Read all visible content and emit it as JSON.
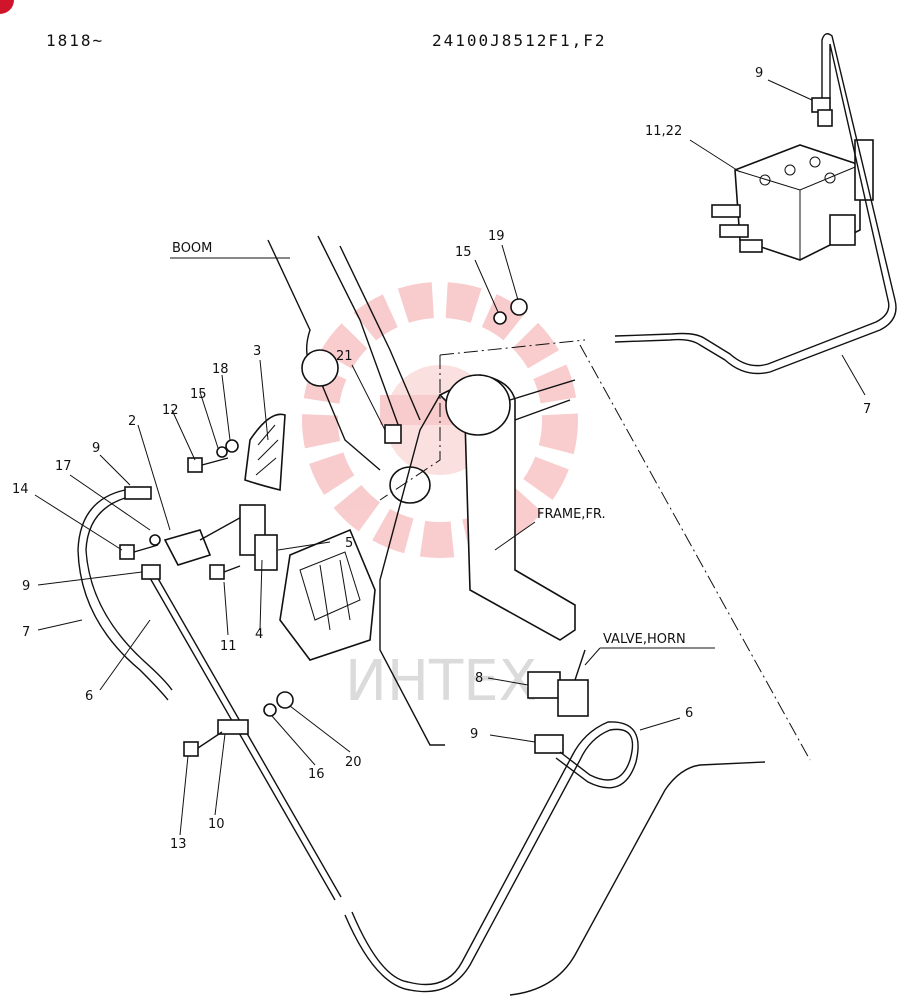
{
  "header": {
    "serial": "1818~",
    "part_code": "24100J8512F1,F2"
  },
  "watermark": {
    "text": "ИНТЕХ",
    "color": "#e8474a"
  },
  "corner_badge_color": "#d0142b",
  "labels": {
    "boom": "BOOM",
    "frame": "FRAME,FR.",
    "valve_horn": "VALVE,HORN",
    "n11_22": "11,22",
    "n9a": "9",
    "n9b": "9",
    "n9c": "9",
    "n9d": "9",
    "n7a": "7",
    "n7b": "7",
    "n6a": "6",
    "n6b": "6",
    "n15a": "15",
    "n15b": "15",
    "n19": "19",
    "n21": "21",
    "n3": "3",
    "n18": "18",
    "n12": "12",
    "n2": "2",
    "n17": "17",
    "n14": "14",
    "n5": "5",
    "n11": "11",
    "n4": "4",
    "n8": "8",
    "n10": "10",
    "n13": "13",
    "n16": "16",
    "n20": "20"
  }
}
